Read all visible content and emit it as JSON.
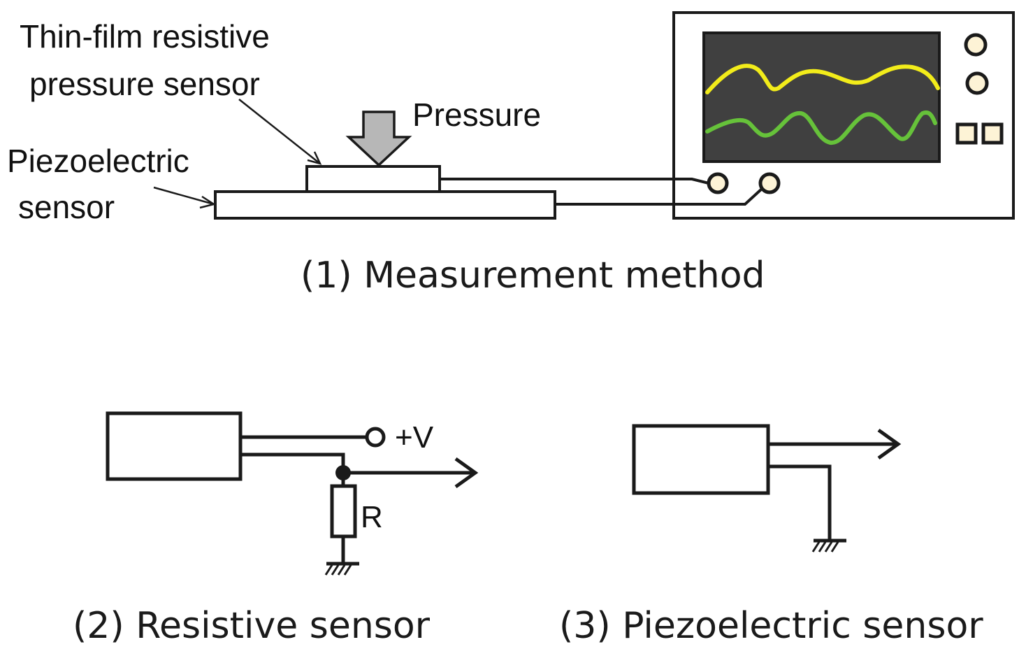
{
  "labels": {
    "thin_film_line1": "Thin-film resistive",
    "thin_film_line2": "pressure sensor",
    "pressure": "Pressure",
    "piezo_line1": "Piezoelectric",
    "piezo_line2": "sensor",
    "plus_v": "+V",
    "resistor": "R"
  },
  "captions": {
    "measurement": "(1) Measurement method",
    "resistive": "(2) Resistive sensor",
    "piezoelectric": "(3) Piezoelectric sensor"
  },
  "colors": {
    "line": "#1a1a1a",
    "arrow_fill": "#b7b7b7",
    "screen": "#404040",
    "trace_yellow": "#f2ec1a",
    "trace_green": "#66c23a",
    "knob_fill": "#fdf3d6"
  },
  "icons": {
    "ground": "ground-symbol-icon",
    "output": "output-arrow-icon",
    "terminal": "terminal-circle-icon"
  }
}
